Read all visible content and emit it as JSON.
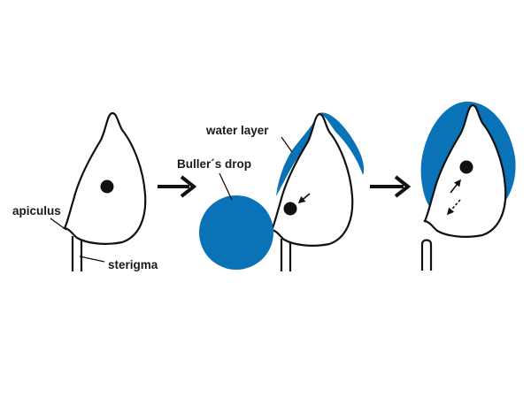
{
  "labels": {
    "apiculus": "apiculus",
    "sterigma": "sterigma",
    "bullers_drop": "Buller´s drop",
    "water_layer": "water layer"
  },
  "colors": {
    "water": "#0a73b8",
    "outline": "#111111",
    "nucleus": "#111111"
  }
}
